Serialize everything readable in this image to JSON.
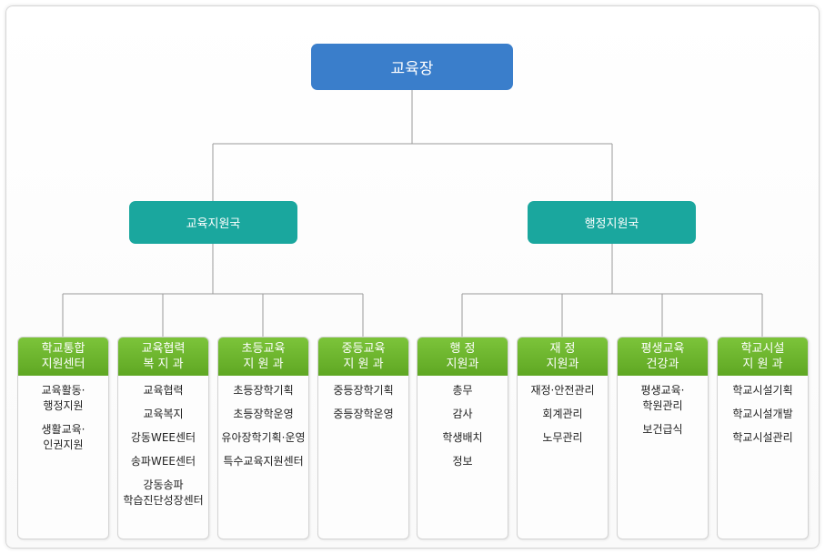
{
  "root": {
    "label": "교육장"
  },
  "bureaus": [
    {
      "label": "교육지원국"
    },
    {
      "label": "행정지원국"
    }
  ],
  "departments": [
    {
      "title": "학교통합\n지원센터",
      "items": [
        "교육활동·\n행정지원",
        "생활교육·\n인권지원"
      ]
    },
    {
      "title": "교육협력\n복 지 과",
      "items": [
        "교육협력",
        "교육복지",
        "강동WEE센터",
        "송파WEE센터",
        "강동송파\n학습진단성장센터"
      ]
    },
    {
      "title": "초등교육\n지 원 과",
      "items": [
        "초등장학기획",
        "초등장학운영",
        "유아장학기획·운영",
        "특수교육지원센터"
      ]
    },
    {
      "title": "중등교육\n지 원 과",
      "items": [
        "중등장학기획",
        "중등장학운영"
      ]
    },
    {
      "title": "행   정\n지원과",
      "items": [
        "총무",
        "감사",
        "학생배치",
        "정보"
      ]
    },
    {
      "title": "재   정\n지원과",
      "items": [
        "재정·안전관리",
        "회계관리",
        "노무관리"
      ]
    },
    {
      "title": "평생교육\n건강과",
      "items": [
        "평생교육·\n학원관리",
        "보건급식"
      ]
    },
    {
      "title": "학교시설\n지 원 과",
      "items": [
        "학교시설기획",
        "학교시설개발",
        "학교시설관리"
      ]
    }
  ]
}
